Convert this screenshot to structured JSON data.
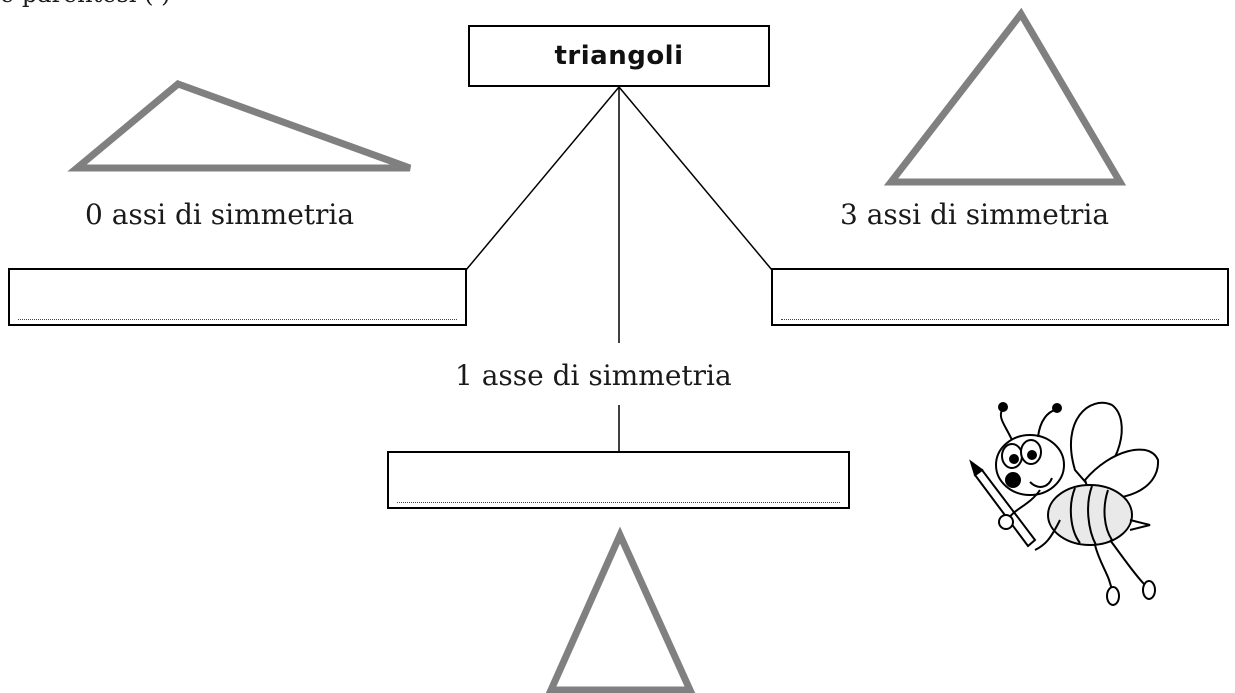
{
  "top_partial_text": "e parentesi (                                                                 )",
  "root": {
    "label": "triangoli"
  },
  "branches": {
    "left": {
      "caption": "0 assi di simmetria",
      "answer_placeholder": ""
    },
    "middle": {
      "caption": "1 asse di simmetria",
      "answer_placeholder": ""
    },
    "right": {
      "caption": "3 assi di simmetria",
      "answer_placeholder": ""
    }
  },
  "shapes": {
    "left_triangle": "scalene",
    "middle_triangle": "isosceles",
    "right_triangle": "equilateral"
  },
  "colors": {
    "triangle_stroke": "#808080",
    "line": "#000000",
    "box_border": "#000000"
  },
  "illustration": "cartoon-bee-with-pencil"
}
